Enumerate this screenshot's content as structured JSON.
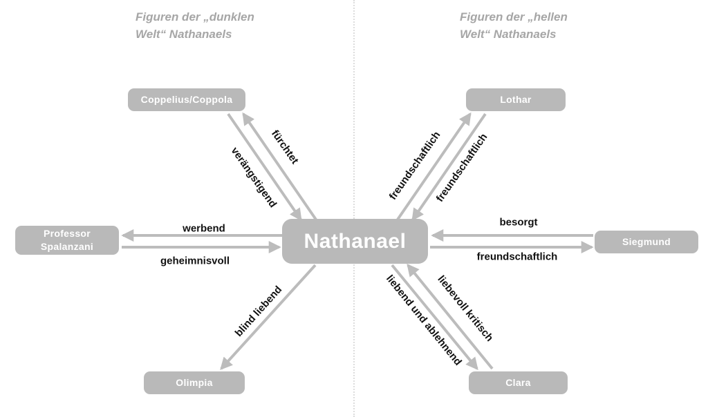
{
  "headers": {
    "left": {
      "line1": "Figuren der „dunklen",
      "line2": "Welt“ Nathanaels"
    },
    "right": {
      "line1": "Figuren der „hellen",
      "line2": "Welt“ Nathanaels"
    }
  },
  "nodes": {
    "nathanael": "Nathanael",
    "coppelius": "Coppelius/Coppola",
    "spalanzani": {
      "line1": "Professor",
      "line2": "Spalanzani"
    },
    "olimpia": "Olimpia",
    "lothar": "Lothar",
    "siegmund": "Siegmund",
    "clara": "Clara"
  },
  "edges": [
    {
      "id": "fuerchtet",
      "label": "fürchtet",
      "from": "Nathanael",
      "to": "Coppelius/Coppola"
    },
    {
      "id": "veraengstigend",
      "label": "verängstigend",
      "from": "Coppelius/Coppola",
      "to": "Nathanael"
    },
    {
      "id": "freundschaftlich_zu_lothar",
      "label": "freundschaftlich",
      "from": "Nathanael",
      "to": "Lothar"
    },
    {
      "id": "freundschaftlich_von_lothar",
      "label": "freundschaftlich",
      "from": "Lothar",
      "to": "Nathanael"
    },
    {
      "id": "werbend",
      "label": "werbend",
      "from": "Nathanael",
      "to": "Professor Spalanzani"
    },
    {
      "id": "geheimnisvoll",
      "label": "geheimnisvoll",
      "from": "Professor Spalanzani",
      "to": "Nathanael"
    },
    {
      "id": "besorgt",
      "label": "besorgt",
      "from": "Siegmund",
      "to": "Nathanael"
    },
    {
      "id": "freundschaftlich_zu_siegmund",
      "label": "freundschaftlich",
      "from": "Nathanael",
      "to": "Siegmund"
    },
    {
      "id": "blind_liebend",
      "label": "blind liebend",
      "from": "Nathanael",
      "to": "Olimpia"
    },
    {
      "id": "liebend_und_ablehnend",
      "label": "liebend und ablehnend",
      "from": "Nathanael",
      "to": "Clara"
    },
    {
      "id": "liebevoll_kritisch",
      "label": "liebevoll kritisch",
      "from": "Clara",
      "to": "Nathanael"
    }
  ],
  "colors": {
    "node_fill": "#b9b9b9",
    "node_text": "#ffffff",
    "arrow": "#bcbcbc",
    "label_text": "#111111",
    "header_text": "#a6a6a6",
    "divider": "#dcdcdc"
  }
}
